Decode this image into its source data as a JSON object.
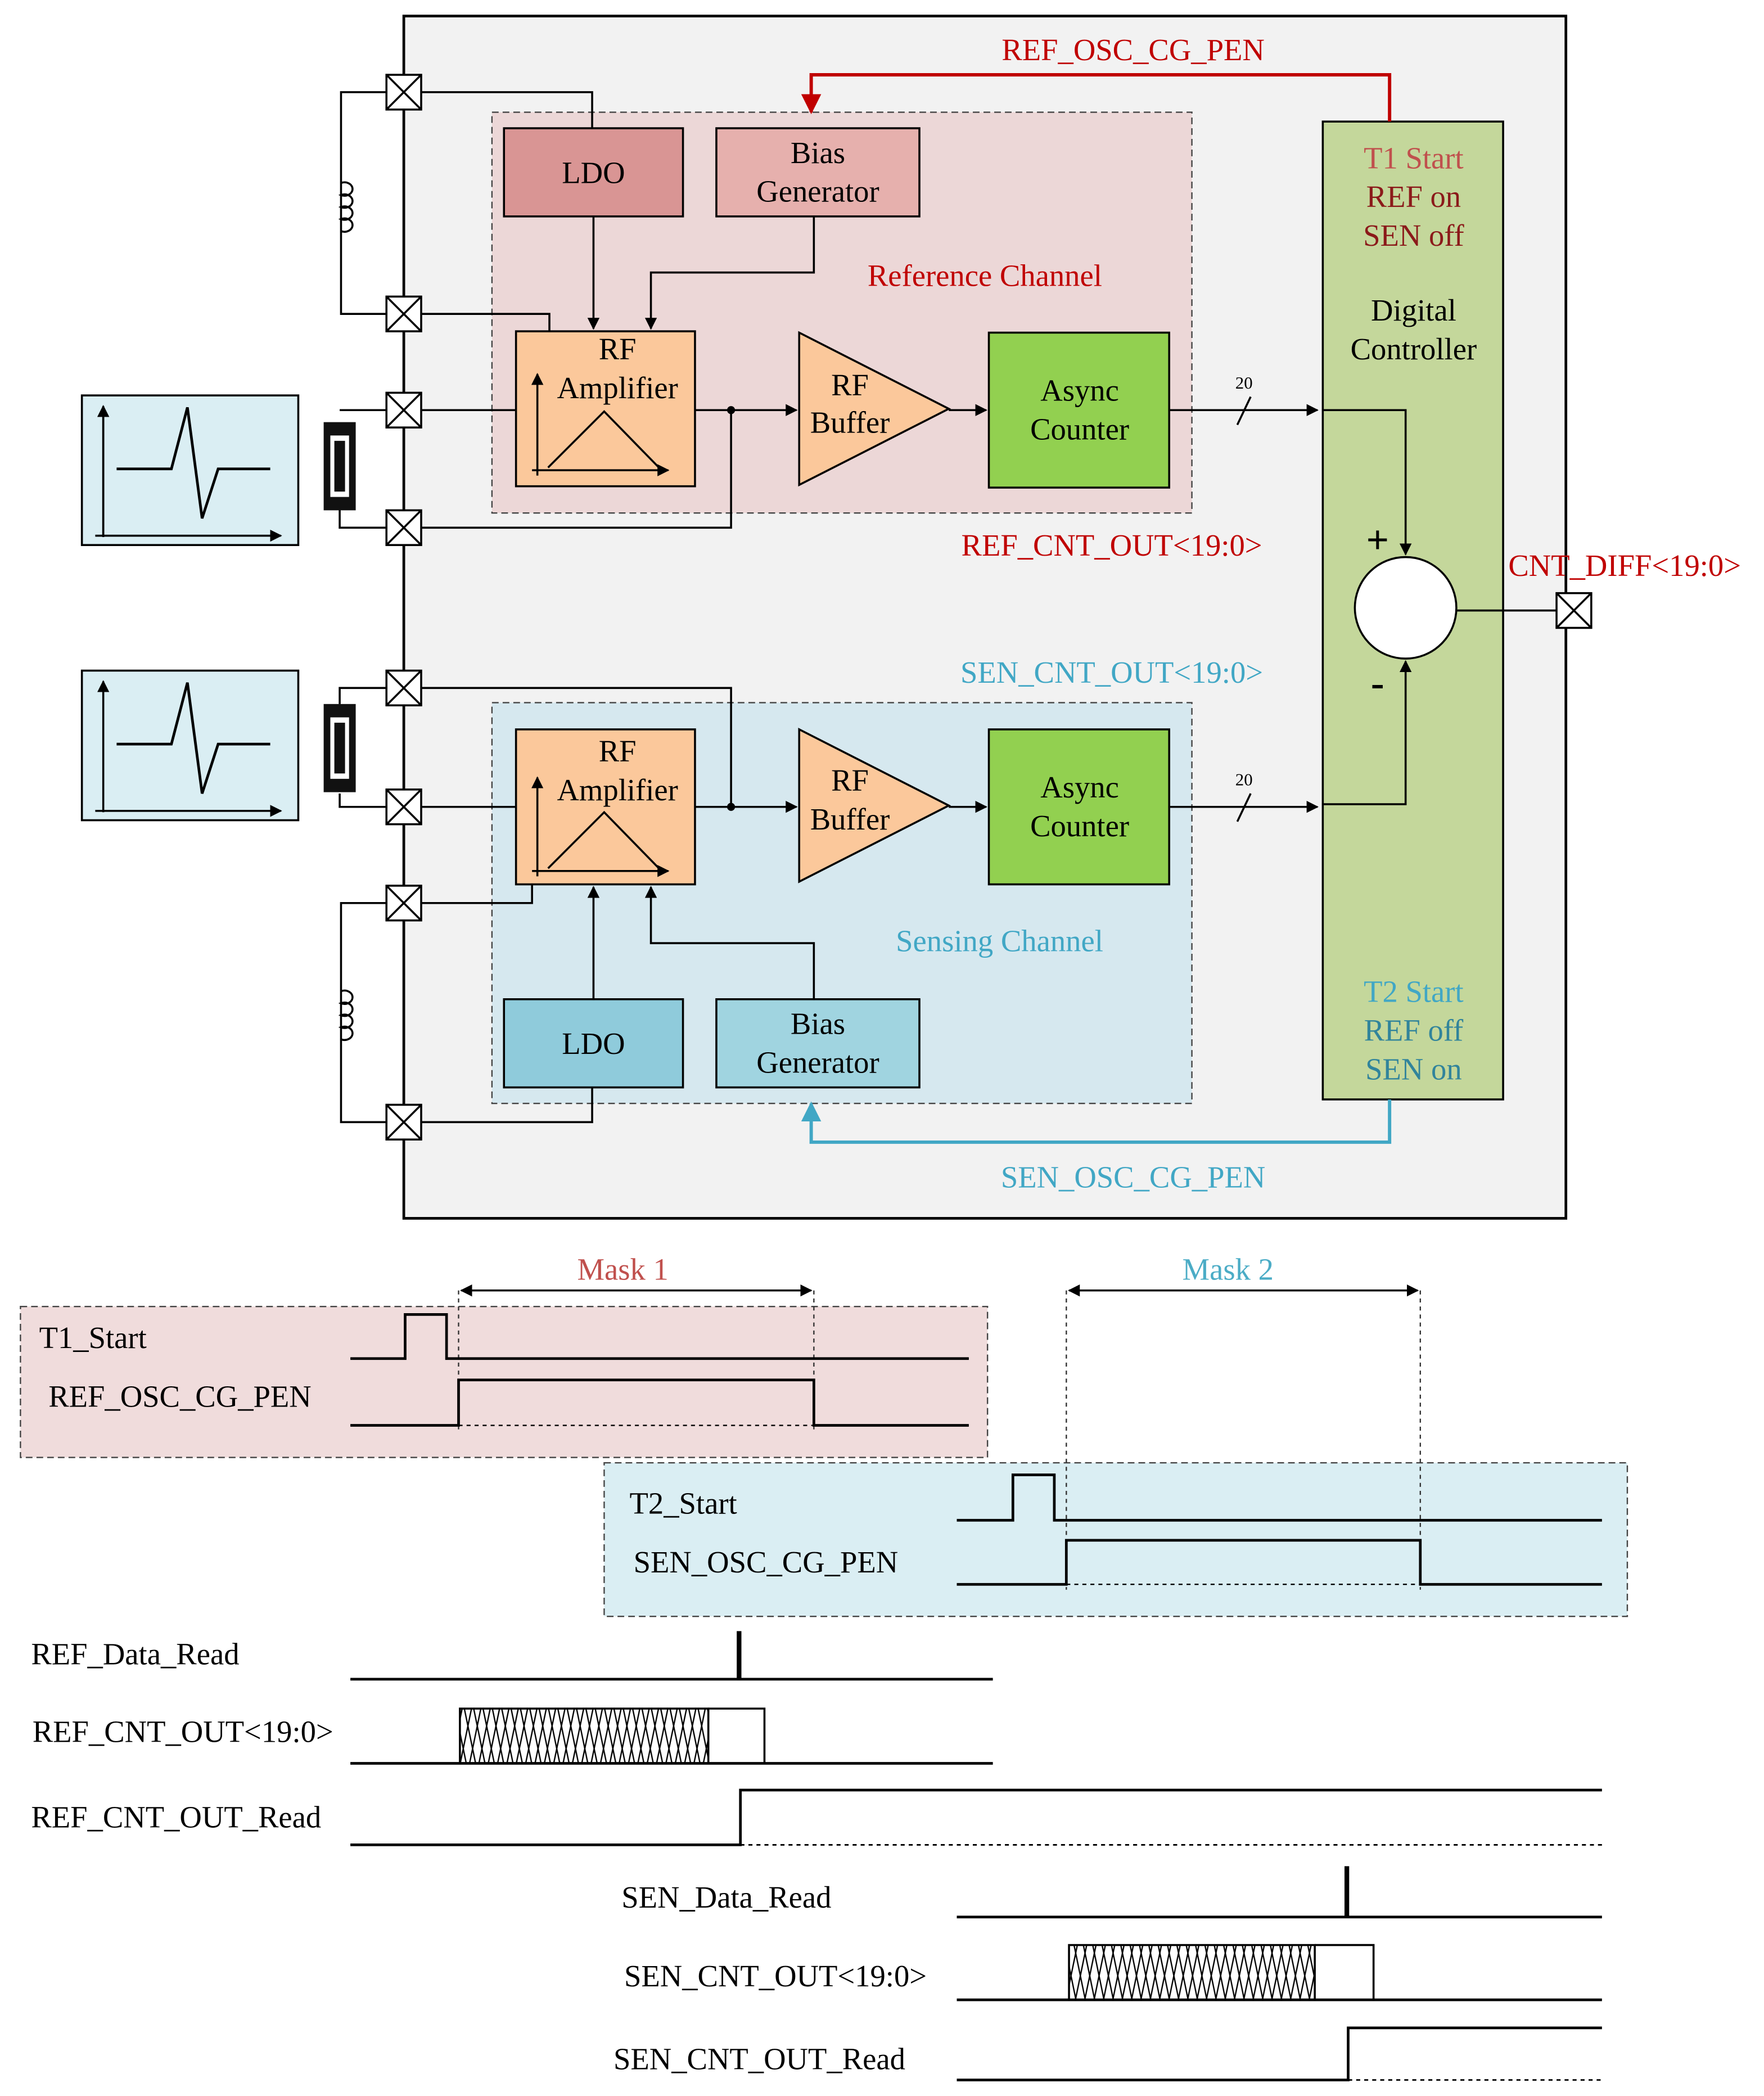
{
  "colors": {
    "chip_bg": "#f2f2f2",
    "ref_channel_bg": "#ecd7d7",
    "sen_channel_bg": "#d6e8ef",
    "ldo_ref": "#d99594",
    "bias_ref": "#e6b0ad",
    "rf_amp": "#fbc89b",
    "async_counter": "#92d050",
    "ldo_sen": "#8fcbdb",
    "bias_sen": "#a0d4e0",
    "controller": "#c4d79b",
    "ref_signal": "#c00000",
    "sen_signal": "#41a7c5",
    "mask1_bg": "#f0dcdc",
    "mask2_bg": "#daeef3"
  },
  "block_diagram": {
    "ref_osc_cg_pen": "REF_OSC_CG_PEN",
    "sen_osc_cg_pen": "SEN_OSC_CG_PEN",
    "ref_channel_label": "Reference Channel",
    "sen_channel_label": "Sensing Channel",
    "ldo": "LDO",
    "bias_line1": "Bias",
    "bias_line2": "Generator",
    "rf_amp_line1": "RF",
    "rf_amp_line2": "Amplifier",
    "rf_buf_line1": "RF",
    "rf_buf_line2": "Buffer",
    "counter_line1": "Async",
    "counter_line2": "Counter",
    "bus_width": "20",
    "ref_cnt_out": "REF_CNT_OUT<19:0>",
    "sen_cnt_out": "SEN_CNT_OUT<19:0>",
    "cnt_diff": "CNT_DIFF<19:0>",
    "plus": "+",
    "minus": "-",
    "controller": {
      "t1_line1": "T1 Start",
      "t1_line2": "REF on",
      "t1_line3": "SEN off",
      "title_line1": "Digital",
      "title_line2": "Controller",
      "t2_line1": "T2 Start",
      "t2_line2": "REF off",
      "t2_line3": "SEN on"
    }
  },
  "timing_diagram": {
    "mask1": "Mask 1",
    "mask2": "Mask 2",
    "signals": {
      "t1_start": "T1_Start",
      "ref_osc_cg_pen": "REF_OSC_CG_PEN",
      "t2_start": "T2_Start",
      "sen_osc_cg_pen": "SEN_OSC_CG_PEN",
      "ref_data_read": "REF_Data_Read",
      "ref_cnt_out": "REF_CNT_OUT<19:0>",
      "ref_cnt_out_read": "REF_CNT_OUT_Read",
      "sen_data_read": "SEN_Data_Read",
      "sen_cnt_out": "SEN_CNT_OUT<19:0>",
      "sen_cnt_out_read": "SEN_CNT_OUT_Read"
    }
  }
}
